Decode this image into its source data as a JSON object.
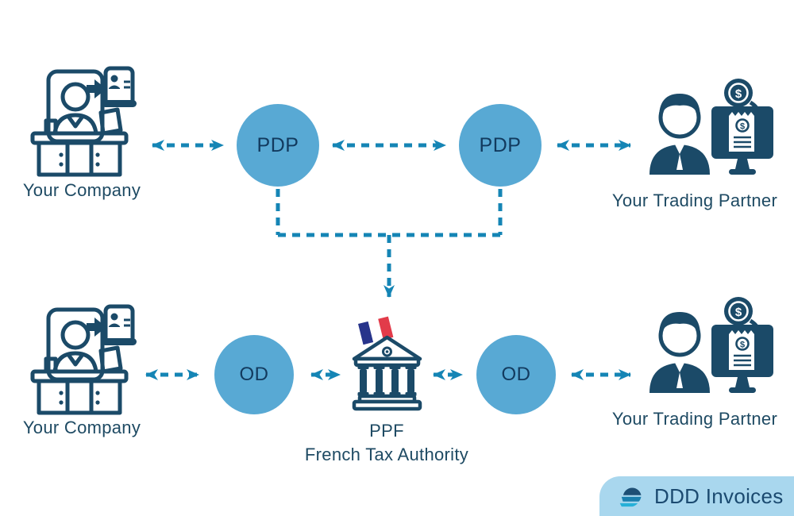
{
  "top_row": {
    "company": {
      "label": "Your Company"
    },
    "pdp_left": {
      "label": "PDP"
    },
    "pdp_right": {
      "label": "PDP"
    },
    "partner": {
      "label": "Your Trading Partner"
    }
  },
  "bottom_row": {
    "company": {
      "label": "Your Company"
    },
    "od_left": {
      "label": "OD"
    },
    "od_right": {
      "label": "OD"
    },
    "authority": {
      "name": "PPF",
      "subtitle": "French Tax Authority"
    },
    "partner": {
      "label": "Your Trading Partner"
    }
  },
  "branding": {
    "logo_text": "DDD Invoices"
  },
  "icons": {
    "company": "person-at-desk-with-invoice",
    "partner": "person-with-monitor-receipt-and-coin",
    "authority": "bank-building-with-french-flag",
    "brand": "ddd-invoices-layered-logo"
  },
  "colors": {
    "node_fill": "#58a9d4",
    "node_text": "#123a5e",
    "arrow_blue": "#1585b5",
    "icon_navy": "#1b4a68",
    "label_text": "#1e4a63",
    "badge_background": "#a9d7ee",
    "flag_blue": "#27348b",
    "flag_red": "#e23b4a",
    "background": "#ffffff"
  }
}
